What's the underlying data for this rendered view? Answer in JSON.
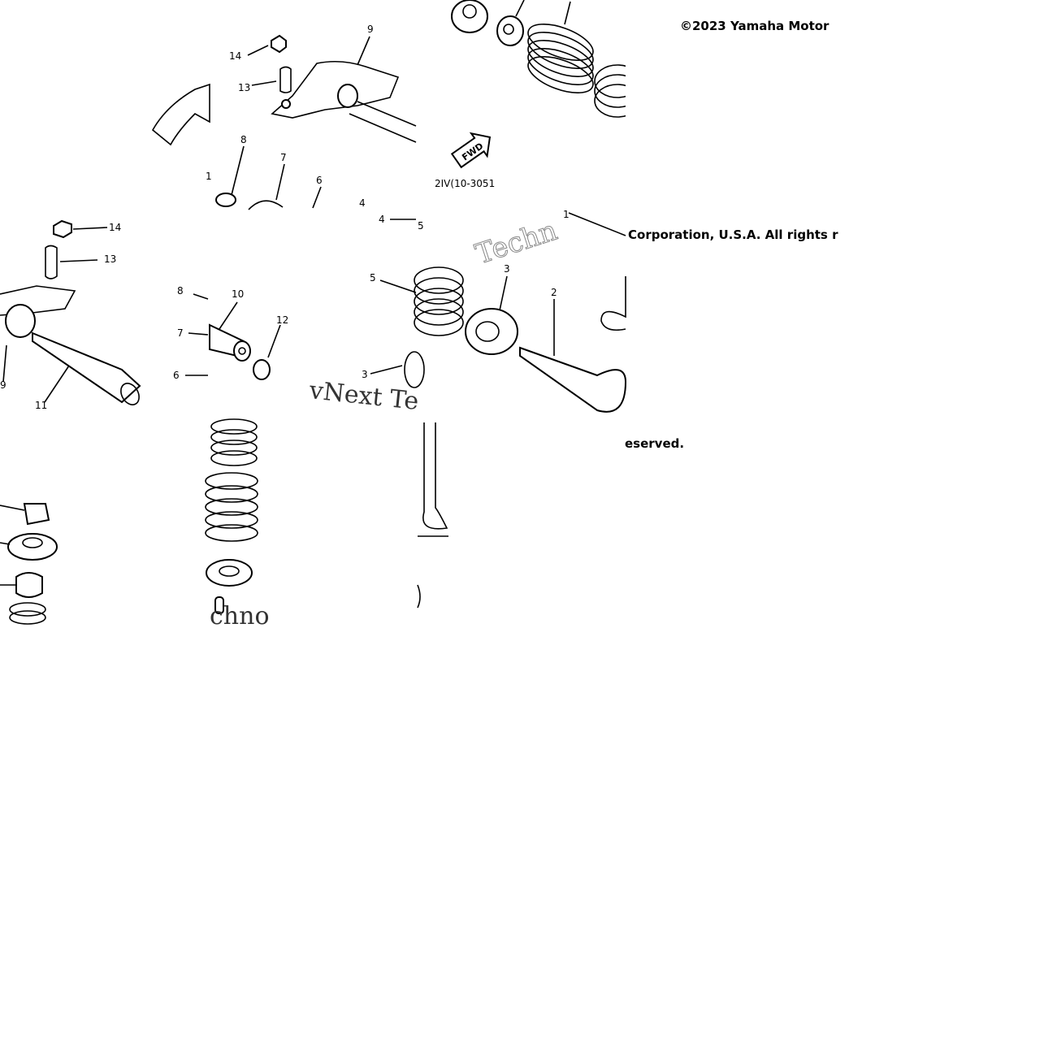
{
  "copyright": {
    "line1": "©2023 Yamaha Motor",
    "line2": "Corporation, U.S.A. All rights r",
    "line3": "eserved."
  },
  "figure_code": "2IV(10-3051",
  "fwd_label": "FWD",
  "watermarks": {
    "w1": "Techn",
    "w2": "vNext Te",
    "w3": "chno"
  },
  "callouts": {
    "a14": "14",
    "a13": "13",
    "a9": "9",
    "a8": "8",
    "a7": "7",
    "a6": "6",
    "a4": "4",
    "a1": "1",
    "b14": "14",
    "b13": "13",
    "b9": "9",
    "b11": "11",
    "c8": "8",
    "c10": "10",
    "c7": "7",
    "c12": "12",
    "c6": "6",
    "d4": "4",
    "d5": "5",
    "d5b": "5",
    "d3": "3",
    "d2": "2",
    "d3b": "3",
    "d1": "1"
  }
}
